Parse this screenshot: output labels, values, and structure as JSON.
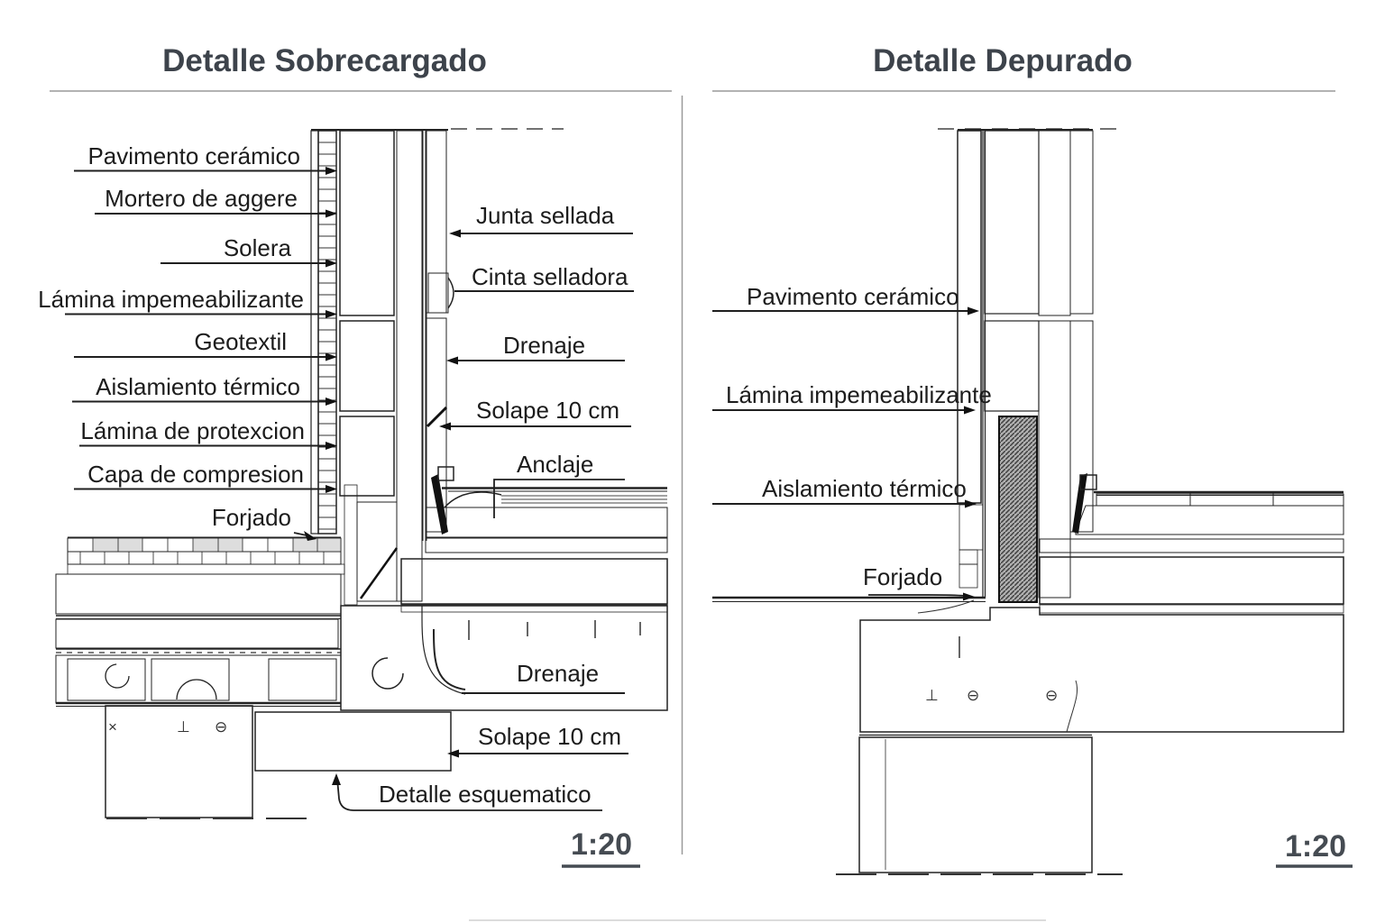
{
  "left_panel": {
    "title": "Detalle Sobrecargado",
    "scale_label": "1:20",
    "material_labels": [
      "Pavimento cerámico",
      "Mortero de aggere",
      "Solera",
      "Lámina impemeabilizante",
      "Geotextil",
      "Aislamiento térmico",
      "Lámina de protexcion",
      "Capa de compresion",
      "Forjado"
    ],
    "callout_labels": [
      "Junta sellada",
      "Cinta selladora",
      "Drenaje",
      "Solape 10 cm",
      "Anclaje",
      "Drenaje",
      "Solape 10 cm",
      "Detalle esquematico"
    ],
    "rebar_symbols": [
      "×",
      "⊥",
      "⊖"
    ]
  },
  "right_panel": {
    "title": "Detalle Depurado",
    "scale_label": "1:20",
    "material_labels": [
      "Pavimento cerámico",
      "Lámina impemeabilizante",
      "Aislamiento térmico",
      "Forjado"
    ],
    "rebar_symbols": [
      "⊥",
      "⊖",
      "⊖"
    ]
  },
  "colors": {
    "title_text": "#3d434b",
    "label_text": "#1c1c1c",
    "divider": "#b3b3b3",
    "line": "#222222"
  }
}
